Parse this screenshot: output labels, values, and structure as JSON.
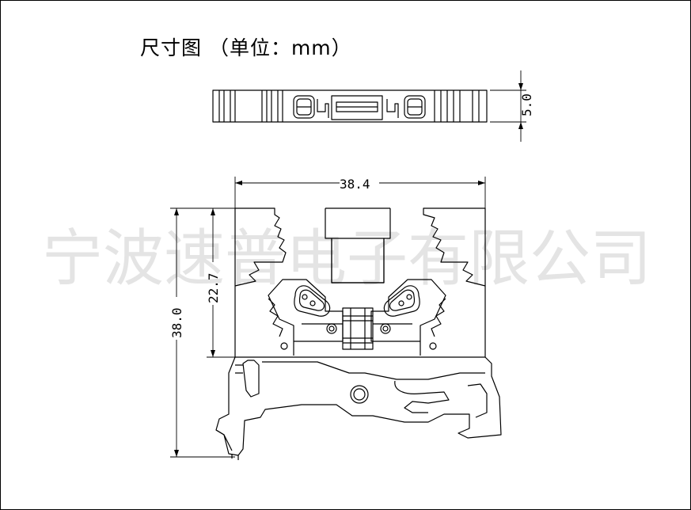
{
  "title": "尺寸图  （单位：mm）",
  "watermark": "宁波速普电子有限公司",
  "dimensions": {
    "thickness": "5.0",
    "width": "38.4",
    "upper_height": "22.7",
    "total_height": "38.0"
  },
  "colors": {
    "line": "#000000",
    "watermark": "#e4e4e4",
    "background": "#ffffff"
  }
}
